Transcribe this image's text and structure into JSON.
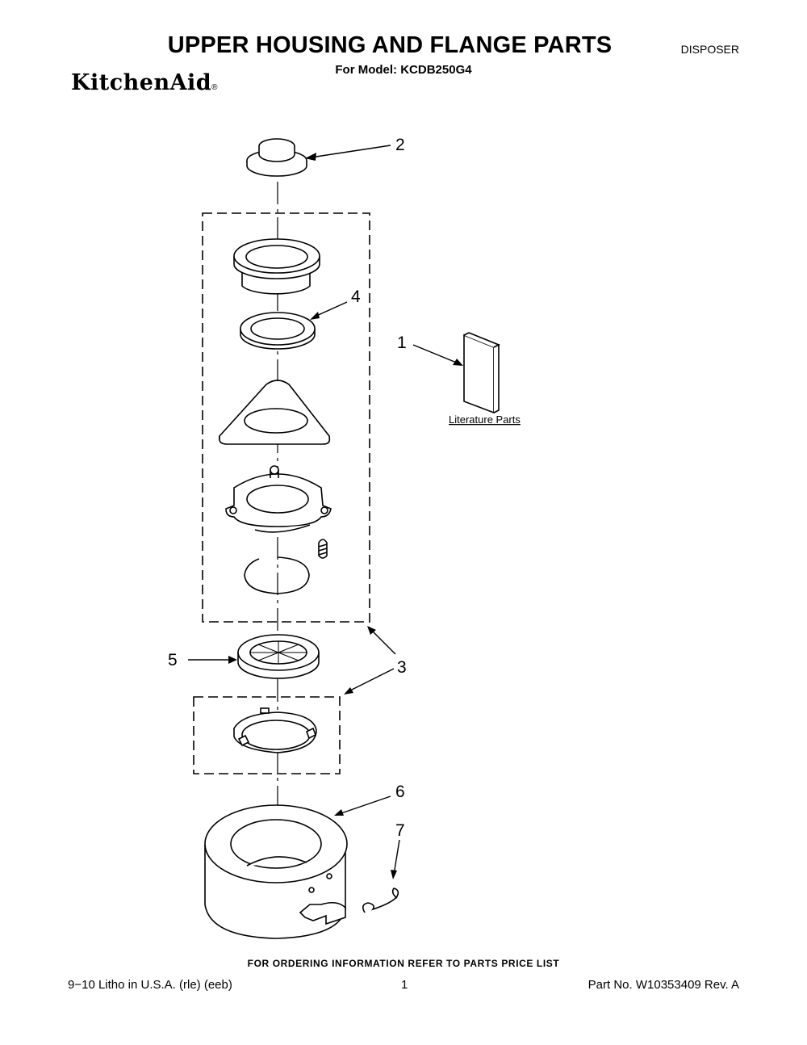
{
  "header": {
    "title": "UPPER HOUSING AND FLANGE PARTS",
    "model_line": "For Model: KCDB250G4",
    "category": "DISPOSER",
    "brand": "KitchenAid",
    "brand_mark": "®"
  },
  "diagram": {
    "callouts": [
      {
        "id": "1",
        "label": "1"
      },
      {
        "id": "2",
        "label": "2"
      },
      {
        "id": "3",
        "label": "3"
      },
      {
        "id": "4",
        "label": "4"
      },
      {
        "id": "5",
        "label": "5"
      },
      {
        "id": "6",
        "label": "6"
      },
      {
        "id": "7",
        "label": "7"
      }
    ],
    "literature_label": "Literature Parts"
  },
  "footer": {
    "ordering_note": "FOR ORDERING INFORMATION REFER TO PARTS PRICE LIST",
    "litho": "9−10 Litho in U.S.A. (rle) (eeb)",
    "page": "1",
    "part_number": "Part No. W10353409 Rev. A"
  }
}
